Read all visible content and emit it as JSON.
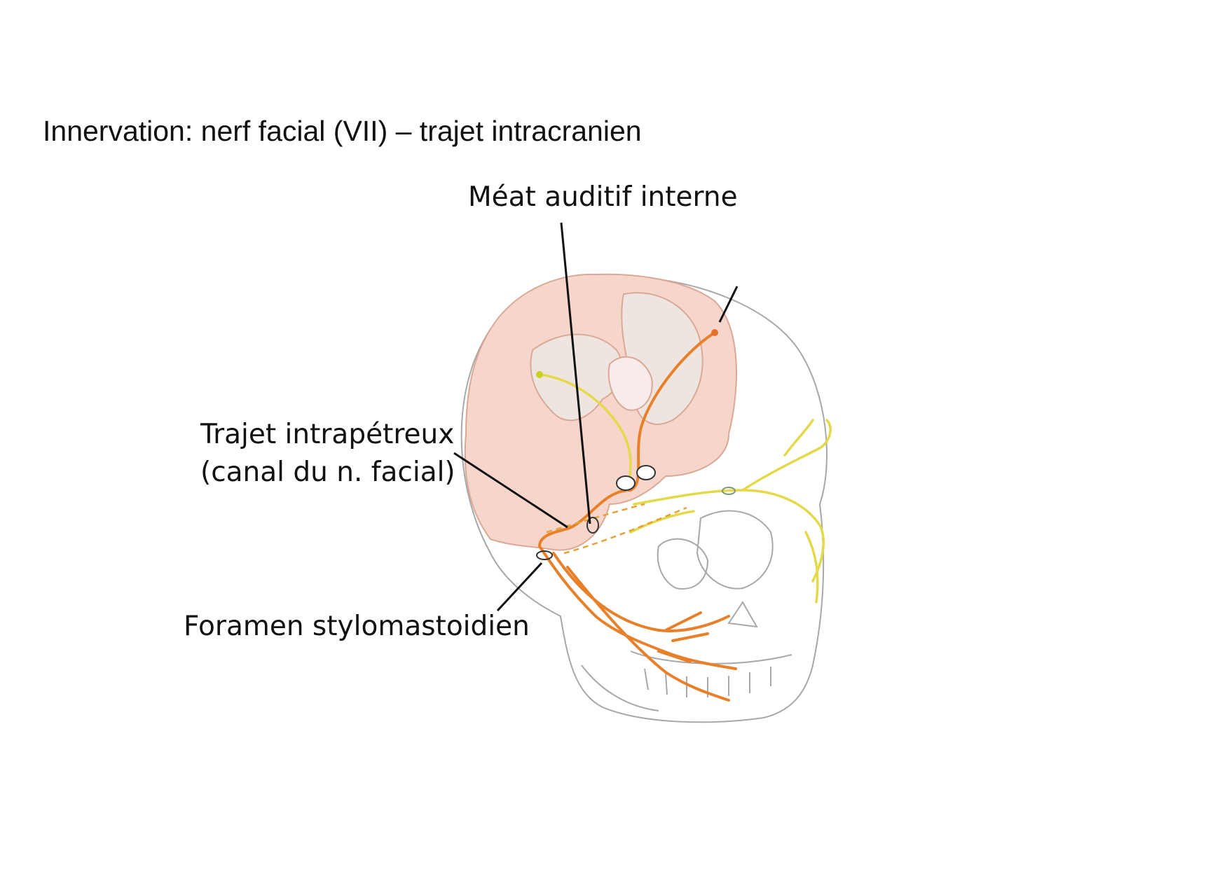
{
  "title": "Innervation: nerf facial (VII) – trajet intracranien",
  "labels": {
    "meat": "Méat auditif interne",
    "trajet_line1": "Trajet intrapétreux",
    "trajet_line2": "(canal du n. facial)",
    "foramen": "Foramen stylomastoidien"
  },
  "colors": {
    "nerve_motor": "#e8802a",
    "nerve_sensory": "#e3d94a",
    "brain": "#f3cfc2",
    "skull_outline": "#9a9a9a",
    "leader": "#111111"
  }
}
